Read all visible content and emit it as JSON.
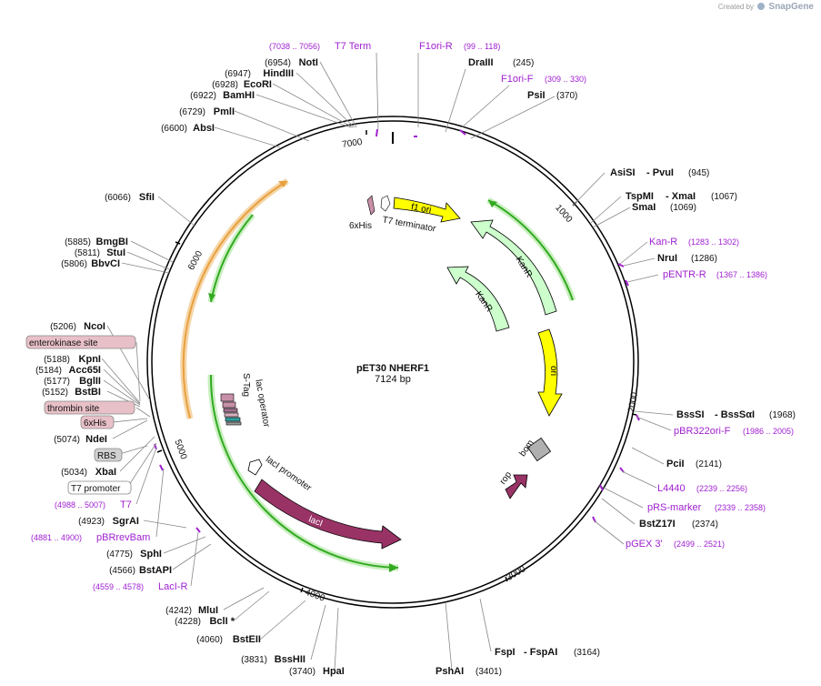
{
  "watermark": {
    "prefix": "Created by",
    "brand": "SnapGene"
  },
  "plasmid": {
    "name": "pET30 NHERF1",
    "size_label": "7124 bp",
    "length": 7124
  },
  "ticks": [
    "1000",
    "2000",
    "3000",
    "4000",
    "5000",
    "6000",
    "7000"
  ],
  "enzymes_right": [
    {
      "name": "DraIII",
      "pos": "(245)"
    },
    {
      "name": "PsiI",
      "pos": "(370)"
    },
    {
      "name": "AsiSI",
      "name2": "PvuI",
      "pos": "(945)"
    },
    {
      "name": "TspMI",
      "name2": "XmaI",
      "pos": "(1067)"
    },
    {
      "name": "SmaI",
      "pos": "(1069)"
    },
    {
      "name": "NruI",
      "pos": "(1286)"
    },
    {
      "name": "BssSI",
      "name2": "BssSαI",
      "pos": "(1968)"
    },
    {
      "name": "PciI",
      "pos": "(2141)"
    },
    {
      "name": "BstZ17I",
      "pos": "(2374)"
    },
    {
      "name": "FspI",
      "name2": "FspAI",
      "pos": "(3164)"
    },
    {
      "name": "PshAI",
      "pos": "(3401)"
    },
    {
      "name": "HpaI",
      "pos": "(3740)"
    }
  ],
  "enzymes_left": [
    {
      "name": "NotI",
      "pos": "(6954)"
    },
    {
      "name": "HindIII",
      "pos": "(6947)"
    },
    {
      "name": "EcoRI",
      "pos": "(6928)"
    },
    {
      "name": "BamHI",
      "pos": "(6922)"
    },
    {
      "name": "PmlI",
      "pos": "(6729)"
    },
    {
      "name": "AbsI",
      "pos": "(6600)"
    },
    {
      "name": "SfiI",
      "pos": "(6066)"
    },
    {
      "name": "BmgBI",
      "pos": "(5885)"
    },
    {
      "name": "StuI",
      "pos": "(5811)"
    },
    {
      "name": "BbvCI",
      "pos": "(5806)"
    },
    {
      "name": "NcoI",
      "pos": "(5206)"
    },
    {
      "name": "KpnI",
      "pos": "(5188)"
    },
    {
      "name": "Acc65I",
      "pos": "(5184)"
    },
    {
      "name": "BglII",
      "pos": "(5177)"
    },
    {
      "name": "BstBI",
      "pos": "(5152)"
    },
    {
      "name": "NdeI",
      "pos": "(5074)"
    },
    {
      "name": "XbaI",
      "pos": "(5034)"
    },
    {
      "name": "SgrAI",
      "pos": "(4923)"
    },
    {
      "name": "SphI",
      "pos": "(4775)"
    },
    {
      "name": "BstAPI",
      "pos": "(4566)"
    },
    {
      "name": "MluI",
      "pos": "(4242)"
    },
    {
      "name": "BclI *",
      "pos": "(4228)"
    },
    {
      "name": "BstEII",
      "pos": "(4060)"
    },
    {
      "name": "BssHII",
      "pos": "(3831)"
    }
  ],
  "primers": [
    {
      "name": "T7 Term",
      "range": "(7038 .. 7056)"
    },
    {
      "name": "F1ori-R",
      "range": "(99 .. 118)"
    },
    {
      "name": "F1ori-F",
      "range": "(309 .. 330)"
    },
    {
      "name": "Kan-R",
      "range": "(1283 .. 1302)"
    },
    {
      "name": "pENTR-R",
      "range": "(1367 .. 1386)"
    },
    {
      "name": "pBR322ori-F",
      "range": "(1986 .. 2005)"
    },
    {
      "name": "L4440",
      "range": "(2239 .. 2256)"
    },
    {
      "name": "pRS-marker",
      "range": "(2339 .. 2358)"
    },
    {
      "name": "pGEX 3'",
      "range": "(2499 .. 2521)"
    },
    {
      "name": "T7",
      "range": "(4988 .. 5007)"
    },
    {
      "name": "pBRrevBam",
      "range": "(4881 .. 4900)"
    },
    {
      "name": "LacI-R",
      "range": "(4559 .. 4578)"
    }
  ],
  "boxed_labels": [
    {
      "text": "enterokinase site",
      "kind": "pink"
    },
    {
      "text": "thrombin site",
      "kind": "pink"
    },
    {
      "text": "6xHis",
      "kind": "pink"
    },
    {
      "text": "RBS",
      "kind": "gray"
    },
    {
      "text": "T7 promoter",
      "kind": "white"
    }
  ],
  "features": {
    "f1_ori": "f1 ori",
    "kanr_1": "KanR",
    "kanr_2": "KanR",
    "ori": "ori",
    "bom": "bom",
    "rop": "rop",
    "laci": "lacI",
    "laci_promoter": "lacI promoter",
    "lac_operator": "lac operator",
    "s_tag": "S-Tag",
    "his_6x": "6xHis",
    "t7_terminator": "T7 terminator"
  },
  "colors": {
    "primer": "#a020d0",
    "f1_ori": "#ffff00",
    "kanr": "#ccffcc",
    "ori": "#ffff00",
    "laci": "#993366",
    "green_orf": "#33aa22",
    "orange_orf": "#e8a040",
    "pink_box": "#e8c0c8",
    "gray_box": "#d0d0d0"
  }
}
